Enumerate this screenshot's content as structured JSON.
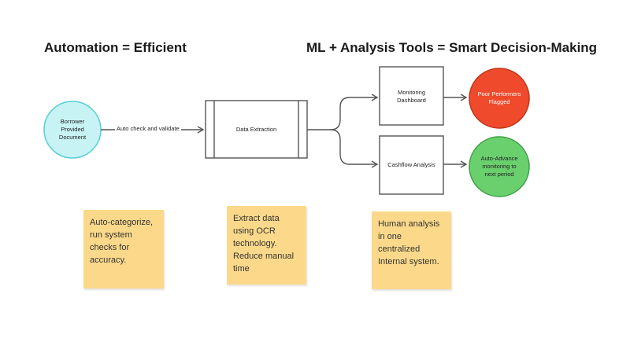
{
  "headings": {
    "left": "Automation = Efficient",
    "right": "ML + Analysis Tools = Smart Decision-Making"
  },
  "nodes": {
    "borrower_doc": "Borrower\nProvided\nDocument",
    "data_extraction": "Data Extraction",
    "monitoring_dashboard": "Monitoring\nDashboard",
    "cashflow_analysis": "Cashflow Analysis",
    "poor_performers": "Poor Performers\nFlagged",
    "auto_advance": "Auto-Advance\nmonitoring to\nnext period"
  },
  "edges": {
    "auto_check": "Auto check and validate"
  },
  "notes": {
    "note1": "Auto-categorize, run system checks for accuracy.",
    "note2": "Extract data using OCR technology. Reduce manual time",
    "note3": "Human analysis in one centralized Internal system."
  },
  "colors": {
    "borrower_fill": "#c8f3f4",
    "borrower_stroke": "#56cfd6",
    "poor_fill": "#ee4a2b",
    "poor_stroke": "#c0331a",
    "advance_fill": "#6ad06e",
    "advance_stroke": "#3f9f45",
    "note_fill": "#fcd98a"
  }
}
